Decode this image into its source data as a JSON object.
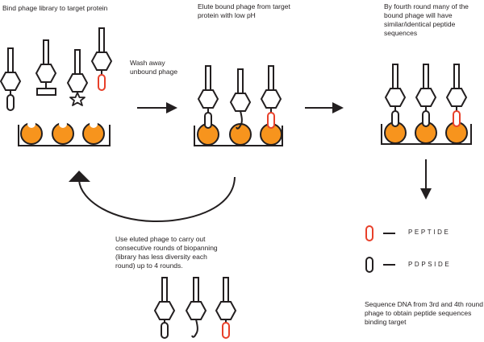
{
  "colors": {
    "ink": "#231f20",
    "target_orange": "#f7941d",
    "peptide_red": "#e8402a"
  },
  "steps": {
    "bind": "Bind phage library to target protein",
    "wash": "Wash away unbound phage",
    "elute": "Elute bound phage from target protein with low pH",
    "fourth_round": "By fourth round many of the bound phage will have similar/identical peptide sequences",
    "repeat": "Use eluted phage to carry out consecutive rounds of biopanning (library has less diversity each round) up to 4 rounds.",
    "sequence": "Sequence DNA from 3rd and 4th round phage to obtain peptide sequences binding target"
  },
  "legend": [
    {
      "color": "red",
      "sequence": "PEPTIDE"
    },
    {
      "color": "black",
      "sequence": "PDPSIDE"
    }
  ],
  "panels": {
    "library": {
      "phage_tips": [
        "oval",
        "rectangle",
        "star",
        "red-oval"
      ],
      "targets": 3
    },
    "bound": {
      "phage_tips": [
        "oval",
        "hook",
        "red-oval"
      ],
      "targets": 3
    },
    "enriched": {
      "phage_tips": [
        "oval",
        "oval",
        "red-oval"
      ],
      "targets": 3
    },
    "eluted": {
      "phage_tips": [
        "oval",
        "hook",
        "red-oval"
      ]
    }
  }
}
